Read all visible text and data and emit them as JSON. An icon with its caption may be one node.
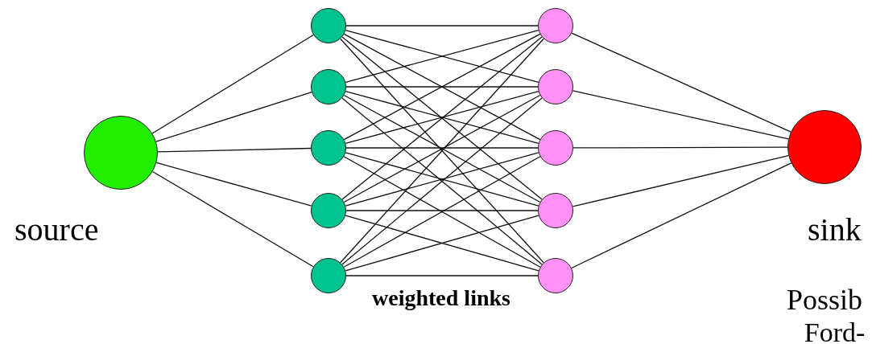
{
  "diagram": {
    "nodes": [
      {
        "text": [],
        "shape": "circle",
        "beside": [
          "source"
        ]
      },
      {
        "text": [],
        "shape": "circle"
      },
      {
        "text": [],
        "shape": "circle"
      },
      {
        "text": [],
        "shape": "circle"
      },
      {
        "text": [],
        "shape": "circle"
      },
      {
        "text": [],
        "shape": "circle"
      },
      {
        "text": [],
        "shape": "circle"
      },
      {
        "text": [],
        "shape": "circle"
      },
      {
        "text": [],
        "shape": "circle"
      },
      {
        "text": [],
        "shape": "circle"
      },
      {
        "text": [],
        "shape": "circle"
      },
      {
        "text": [],
        "shape": "circle",
        "beside": [
          "sink"
        ]
      }
    ],
    "edges": [
      {
        "from": 0,
        "to": 1,
        "arrow": "none"
      },
      {
        "from": 0,
        "to": 2,
        "arrow": "none"
      },
      {
        "from": 0,
        "to": 3,
        "arrow": "none"
      },
      {
        "from": 0,
        "to": 4,
        "arrow": "none"
      },
      {
        "from": 0,
        "to": 5,
        "arrow": "none"
      },
      {
        "from": 1,
        "to": 6,
        "arrow": "none"
      },
      {
        "from": 1,
        "to": 7,
        "arrow": "none"
      },
      {
        "from": 1,
        "to": 8,
        "arrow": "none"
      },
      {
        "from": 1,
        "to": 9,
        "arrow": "none"
      },
      {
        "from": 1,
        "to": 10,
        "arrow": "none"
      },
      {
        "from": 2,
        "to": 6,
        "arrow": "none"
      },
      {
        "from": 2,
        "to": 7,
        "arrow": "none"
      },
      {
        "from": 2,
        "to": 8,
        "arrow": "none"
      },
      {
        "from": 2,
        "to": 9,
        "arrow": "none"
      },
      {
        "from": 2,
        "to": 10,
        "arrow": "none"
      },
      {
        "from": 3,
        "to": 6,
        "arrow": "none"
      },
      {
        "from": 3,
        "to": 7,
        "arrow": "none"
      },
      {
        "from": 3,
        "to": 8,
        "arrow": "none"
      },
      {
        "from": 3,
        "to": 9,
        "arrow": "none"
      },
      {
        "from": 3,
        "to": 10,
        "arrow": "none"
      },
      {
        "from": 4,
        "to": 6,
        "arrow": "none"
      },
      {
        "from": 4,
        "to": 7,
        "arrow": "none"
      },
      {
        "from": 4,
        "to": 8,
        "arrow": "none"
      },
      {
        "from": 4,
        "to": 9,
        "arrow": "none"
      },
      {
        "from": 4,
        "to": 10,
        "arrow": "none"
      },
      {
        "from": 5,
        "to": 6,
        "arrow": "none"
      },
      {
        "from": 5,
        "to": 7,
        "arrow": "none"
      },
      {
        "from": 5,
        "to": 8,
        "arrow": "none"
      },
      {
        "from": 5,
        "to": 9,
        "arrow": "none"
      },
      {
        "from": 5,
        "to": 10,
        "arrow": "none"
      },
      {
        "from": 6,
        "to": 11,
        "arrow": "none"
      },
      {
        "from": 7,
        "to": 11,
        "arrow": "none"
      },
      {
        "from": 8,
        "to": 11,
        "arrow": "none"
      },
      {
        "from": 9,
        "to": 11,
        "arrow": "none"
      },
      {
        "from": 10,
        "to": 11,
        "arrow": "none"
      }
    ],
    "labels": [
      "weighted links",
      "Possib",
      "Ford-"
    ]
  }
}
